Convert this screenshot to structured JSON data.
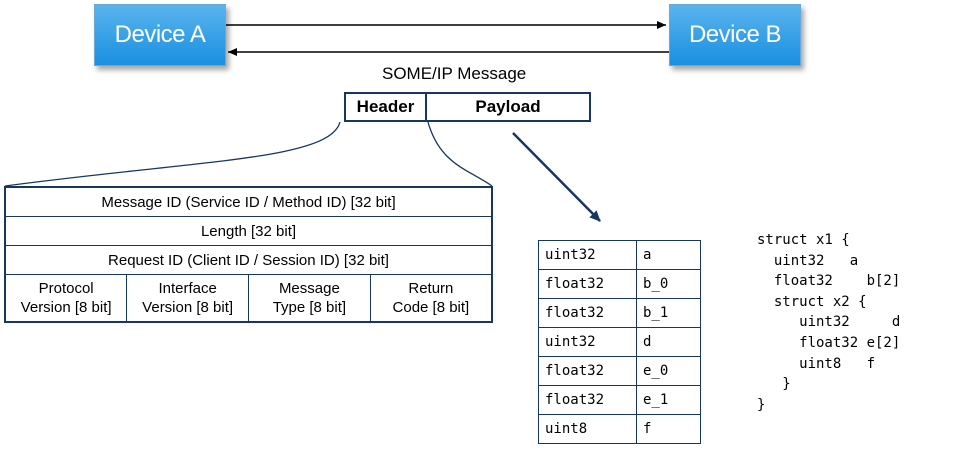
{
  "devices": {
    "a": "Device A",
    "b": "Device B"
  },
  "message": {
    "title": "SOME/IP Message",
    "header_label": "Header",
    "payload_label": "Payload"
  },
  "header_fields": {
    "message_id": "Message ID (Service ID / Method ID) [32 bit]",
    "length": "Length [32 bit]",
    "request_id": "Request ID (Client ID / Session ID) [32 bit]",
    "small": [
      {
        "line1": "Protocol",
        "line2": "Version [8 bit]"
      },
      {
        "line1": "Interface",
        "line2": "Version [8 bit]"
      },
      {
        "line1": "Message",
        "line2": "Type [8 bit]"
      },
      {
        "line1": "Return",
        "line2": "Code [8 bit]"
      }
    ]
  },
  "payload_rows": [
    {
      "type": "uint32",
      "name": "a"
    },
    {
      "type": "float32",
      "name": "b_0"
    },
    {
      "type": "float32",
      "name": "b_1"
    },
    {
      "type": "uint32",
      "name": "d"
    },
    {
      "type": "float32",
      "name": "e_0"
    },
    {
      "type": "float32",
      "name": "e_1"
    },
    {
      "type": "uint8",
      "name": "f"
    }
  ],
  "code_lines": [
    "struct x1 {",
    "  uint32   a",
    "  float32    b[2]",
    "  struct x2 {",
    "     uint32     d",
    "     float32 e[2]",
    "     uint8   f",
    "   }",
    "}"
  ],
  "colors": {
    "line": "#17375e",
    "device": "#1a8fe0"
  }
}
